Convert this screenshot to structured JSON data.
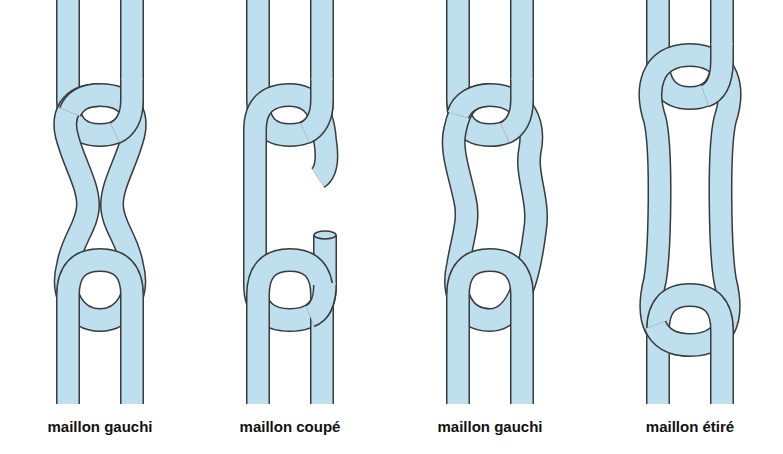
{
  "diagram": {
    "labels": [
      "maillon gauchi",
      "maillon coupé",
      "maillon gauchi",
      "maillon étiré"
    ]
  }
}
